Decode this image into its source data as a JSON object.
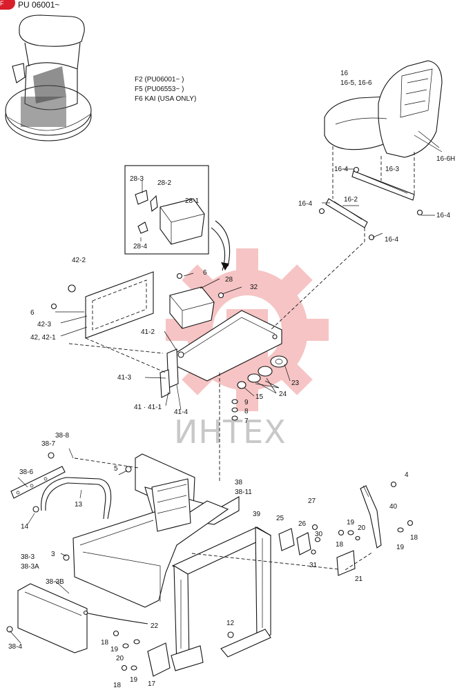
{
  "header": {
    "badge": "F",
    "title": "PU 06001~"
  },
  "notes": [
    "F2 (PU06001~      )",
    "F5 (PU06553~      )",
    "F6 KAI  (USA ONLY)"
  ],
  "watermark": {
    "text": "ИНТЕХ",
    "color": "#e03030"
  },
  "callouts": {
    "p16": "16",
    "p16_5": "16-5, 16-6",
    "p16_6H": "16-6H",
    "p16_4a": "16-4",
    "p16_3": "16-3",
    "p16_4b": "16-4",
    "p16_2": "16-2",
    "p16_4c": "16-4",
    "p16_4d": "16-4",
    "p28_3": "28-3",
    "p28_2": "28-2",
    "p28_1": "28-1",
    "p28_4": "28-4",
    "p42_2": "42-2",
    "p6a": "6",
    "p6b": "6",
    "p28": "28",
    "p32": "32",
    "p42_3": "42-3",
    "p42": "42, 42-1",
    "p41_2": "41-2",
    "p41_3": "41-3",
    "p41": "41 · 41-1",
    "p41_4": "41-4",
    "p23": "23",
    "p24": "24",
    "p15": "15",
    "p9": "9",
    "p8": "8",
    "p7": "7",
    "p38_8": "38-8",
    "p38_7": "38-7",
    "p38_6": "38-6",
    "p5": "5",
    "p38": "38",
    "p38_11": "38-11",
    "p4": "4",
    "p40": "40",
    "p13": "13",
    "p14": "14",
    "p39": "39",
    "p25": "25",
    "p26": "26",
    "p27": "27",
    "p30": "30",
    "p19a": "19",
    "p20a": "20",
    "p18a": "18",
    "p19b": "19",
    "p18b": "18",
    "p31": "31",
    "p21": "21",
    "p3": "3",
    "p38_3": "38-3",
    "p38_3A": "38-3A",
    "p38_3B": "38-3B",
    "p22": "22",
    "p12": "12",
    "p38_4": "38-4",
    "p18c": "18",
    "p19c": "19",
    "p20c": "20",
    "p18d": "18",
    "p19d": "19",
    "p17": "17"
  }
}
